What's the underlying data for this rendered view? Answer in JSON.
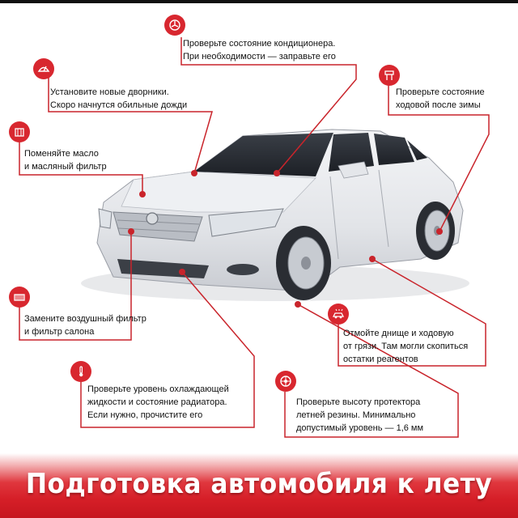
{
  "tips": {
    "ac": "Проверьте состояние кондиционера.\nПри необходимости — заправьте его",
    "wipers": "Установите новые дворники.\nСкоро начнутся обильные дожди",
    "suspension": "Проверьте состояние\nходовой после зимы",
    "oil": "Поменяйте масло\nи масляный фильтр",
    "air_filter": "Замените воздушный фильтр\nи фильтр салона",
    "underbody": "Отмойте днище и ходовую\nот грязи. Там могли скопиться\nостатки реагентов",
    "coolant": "Проверьте уровень охлаждающей\nжидкости и состояние радиатора.\nЕсли нужно, прочистите его",
    "tires": "Проверьте высоту протектора\nлетней резины. Минимально\nдопустимый уровень — 1,6 мм"
  },
  "icons": {
    "ac": "fan-icon",
    "wipers": "windshield-wiper-icon",
    "suspension": "suspension-lift-icon",
    "oil": "oil-filter-icon",
    "air_filter": "air-filter-icon",
    "underbody": "car-wash-icon",
    "coolant": "thermometer-icon",
    "tires": "wheel-icon"
  },
  "colors": {
    "accent": "#d8272f",
    "line": "#c9242b",
    "text": "#111111"
  },
  "banner": {
    "title": "Подготовка автомобиля к лету"
  }
}
